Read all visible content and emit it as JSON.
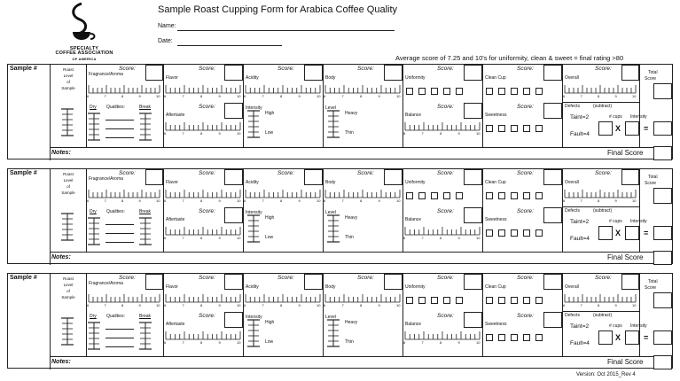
{
  "logo": {
    "line1": "SPECIALTY",
    "line2": "COFFEE ASSOCIATION",
    "line3": "OF AMERICA"
  },
  "header": {
    "title": "Sample Roast Cupping Form for Arabica Coffee Quality",
    "name_label": "Name:",
    "date_label": "Date:",
    "average_note": "Average score of 7.25 and 10's for uniformity, clean & sweet = final rating >80"
  },
  "form": {
    "sample_label": "Sample #",
    "roast": {
      "l1": "Roast",
      "l2": "Level",
      "l3": "of",
      "l4": "Sample"
    },
    "score": "Score:",
    "fragrance": "Fragrance/Aroma",
    "dry": "Dry",
    "qualities": "Qualities:",
    "break": "Break",
    "flavor": "Flavor",
    "aftertaste": "Aftertaste",
    "acidity": "Acidity",
    "intensity": "Intensity",
    "high": "High",
    "low": "Low",
    "body": "Body",
    "level": "Level",
    "heavy": "Heavy",
    "thin": "Thin",
    "uniformity": "Uniformity",
    "balance": "Balance",
    "clean_cup": "Clean Cup",
    "sweetness": "Sweetness",
    "overall": "Overall",
    "defects": "Defects",
    "subtract": "(subtract)",
    "taint": "Taint=2",
    "fault": "Fault=4",
    "cups": "# cups",
    "intensity2": "Intensity",
    "times": "X",
    "equals": "=",
    "total": "Total",
    "total_score": "Score",
    "notes": "Notes:",
    "final_score": "Final Score",
    "scale_ticks": [
      "6",
      "7",
      "8",
      "9",
      "10"
    ]
  },
  "footer": {
    "version": "Version: Oct 2015_Rev 4"
  }
}
